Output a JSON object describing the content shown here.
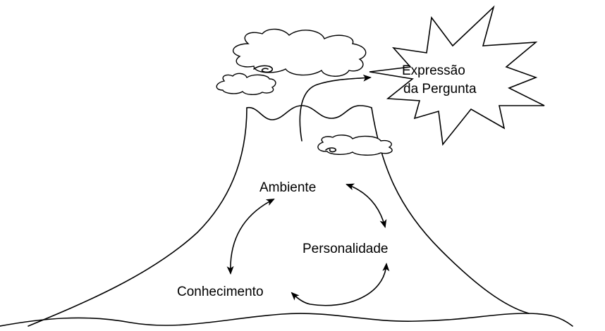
{
  "labels": {
    "burst_line1": "Expressão",
    "burst_line2": "da Pergunta",
    "ambiente": "Ambiente",
    "personalidade": "Personalidade",
    "conhecimento": "Conhecimento"
  },
  "icons": {
    "volcano": "volcano-outline",
    "burst": "explosion-burst",
    "clouds": "smoke-cloud",
    "arrows": "curved-double-arrow"
  }
}
